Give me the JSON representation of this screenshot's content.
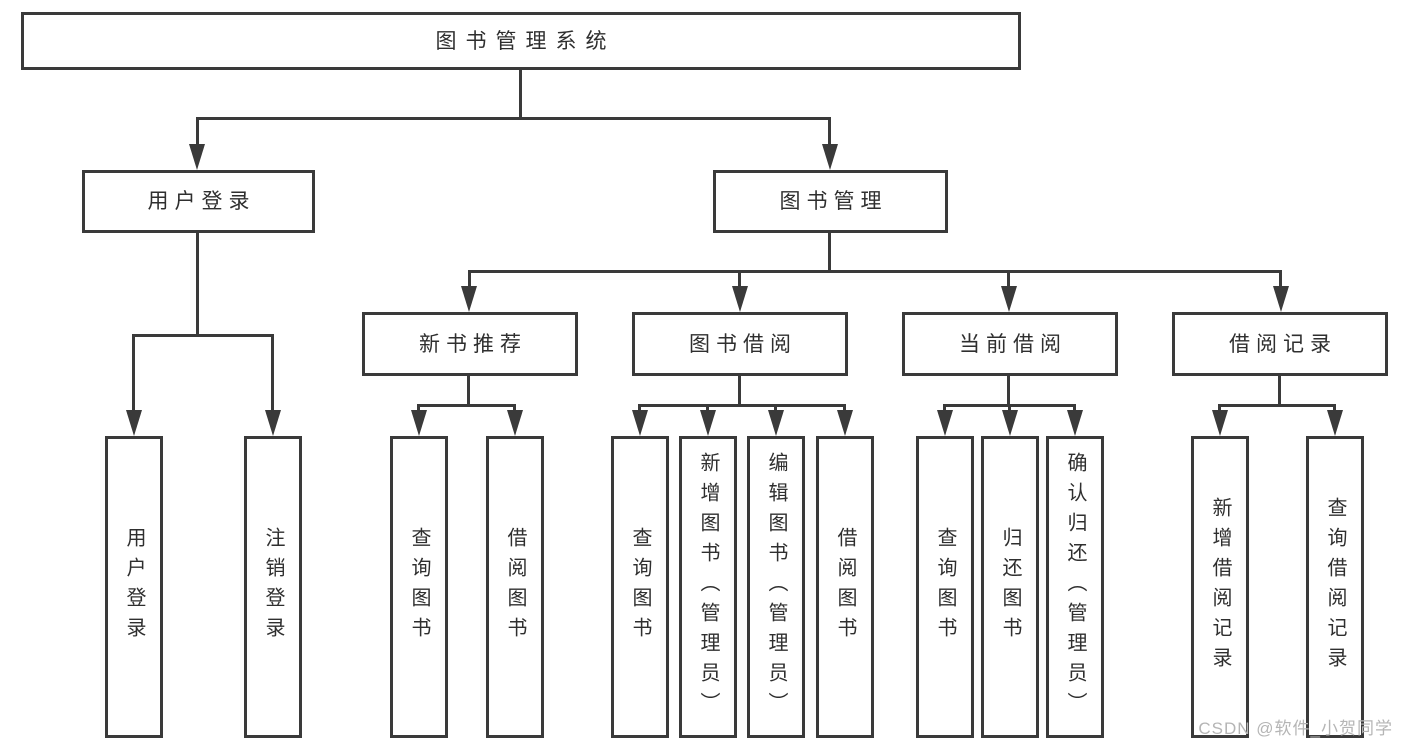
{
  "diagram": {
    "root": {
      "label": "图书管理系统"
    },
    "login": {
      "label": "用户登录",
      "children": [
        "用户登录",
        "注销登录"
      ]
    },
    "mgmt": {
      "label": "图书管理",
      "groups": [
        {
          "label": "新书推荐",
          "children": [
            "查询图书",
            "借阅图书"
          ]
        },
        {
          "label": "图书借阅",
          "children": [
            "查询图书",
            "新增图书（管理员）",
            "编辑图书（管理员）",
            "借阅图书"
          ]
        },
        {
          "label": "当前借阅",
          "children": [
            "查询图书",
            "归还图书",
            "确认归还（管理员）"
          ]
        },
        {
          "label": "借阅记录",
          "children": [
            "新增借阅记录",
            "查询借阅记录"
          ]
        }
      ]
    }
  },
  "watermark": {
    "text": "CSDN @软件_小贺同学"
  },
  "colors": {
    "line": "#3a3a3a",
    "text": "#2f2f2f",
    "watermark": "#b5b5b5",
    "background": "#ffffff"
  }
}
